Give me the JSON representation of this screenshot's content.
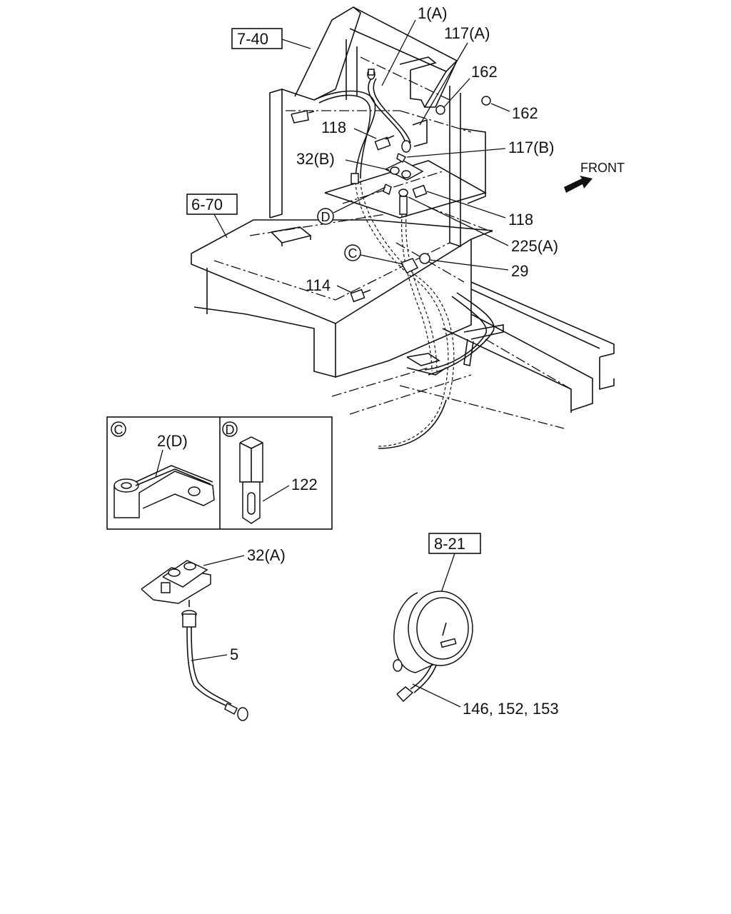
{
  "refs": {
    "ref_7_40": "7-40",
    "ref_6_70": "6-70",
    "ref_8_21": "8-21"
  },
  "front_label": "FRONT",
  "callouts": {
    "p1a": "1(A)",
    "p117a": "117(A)",
    "p162a": "162",
    "p162b": "162",
    "p118a": "118",
    "p117b": "117(B)",
    "p32b": "32(B)",
    "p118b": "118",
    "p225a": "225(A)",
    "p29": "29",
    "p114": "114",
    "p2d": "2(D)",
    "p122": "122",
    "p32a": "32(A)",
    "p5": "5",
    "p146": "146, 152, 153"
  },
  "markers": {
    "c": "C",
    "d": "D"
  },
  "inset_markers": {
    "c": "C",
    "d": "D"
  },
  "colors": {
    "line": "#111111",
    "background": "#ffffff"
  }
}
